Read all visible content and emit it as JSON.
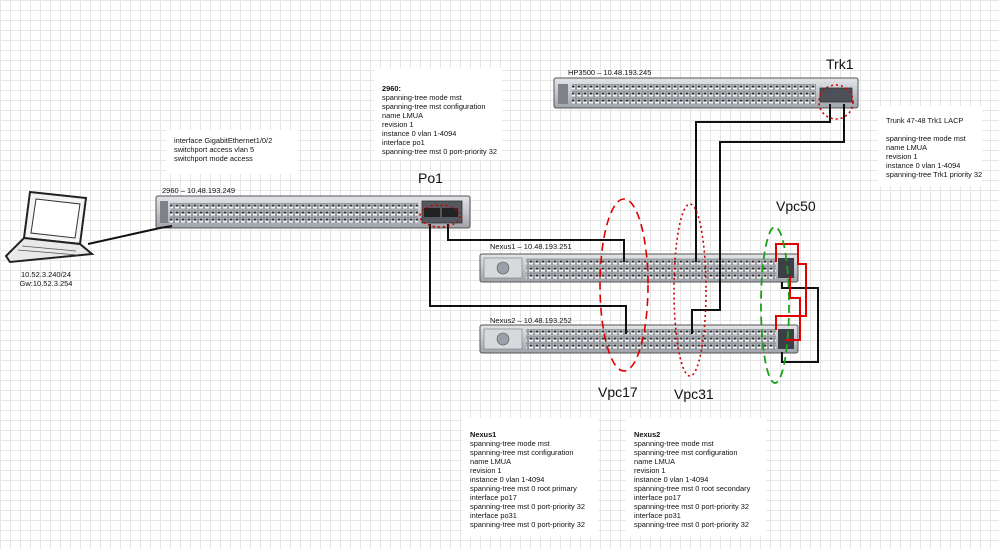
{
  "devices": {
    "sw2960": {
      "label": "2960 – 10.48.193.249"
    },
    "hp3500": {
      "label": "HP3500  – 10.48.193.245"
    },
    "nexus1": {
      "label": "Nexus1  – 10.48.193.251"
    },
    "nexus2": {
      "label": "Nexus2  – 10.48.193.252"
    },
    "laptop": {
      "ip": "10.52.3.240/24",
      "gw": "Gw:10.52.3.254"
    }
  },
  "labels": {
    "po1": "Po1",
    "trk1": "Trk1",
    "vpc50": "Vpc50",
    "vpc17": "Vpc17",
    "vpc31": "Vpc31"
  },
  "notes": {
    "iface": {
      "lines": [
        "interface GigabitEthernet1/0/2",
        "switchport access vlan 5",
        "switchport mode access"
      ]
    },
    "cfg2960": {
      "title": "2960:",
      "lines": [
        "spanning-tree mode mst",
        "spanning-tree mst configuration",
        "name LMUA",
        "revision 1",
        "instance 0 vlan 1-4094",
        "interface po1",
        "spanning-tree mst 0 port-priority 32"
      ]
    },
    "trunk": {
      "lines": [
        "Trunk 47-48 Trk1 LACP",
        "",
        "spanning-tree mode mst",
        "name LMUA",
        "revision 1",
        "instance 0 vlan 1-4094",
        "spanning-tree Trk1 priority 32"
      ]
    },
    "nexus1": {
      "title": "Nexus1",
      "lines": [
        "spanning-tree mode mst",
        "spanning-tree mst configuration",
        "name LMUA",
        "revision 1",
        "instance 0 vlan 1-4094",
        "spanning-tree mst 0 root primary",
        "interface po17",
        "spanning-tree mst 0 port-priority 32",
        "interface po31",
        "spanning-tree mst 0 port-priority 32"
      ]
    },
    "nexus2": {
      "title": "Nexus2",
      "lines": [
        "spanning-tree mode mst",
        "spanning-tree mst configuration",
        "name LMUA",
        "revision 1",
        "instance 0 vlan 1-4094",
        "spanning-tree mst 0 root secondary",
        "interface po17",
        "spanning-tree mst 0 port-priority 32",
        "interface po31",
        "spanning-tree mst 0 port-priority 32"
      ]
    }
  },
  "colors": {
    "cable": "#111111",
    "red": "#e00000",
    "green": "#1aa31a",
    "chassis": "#c9ccd0"
  }
}
